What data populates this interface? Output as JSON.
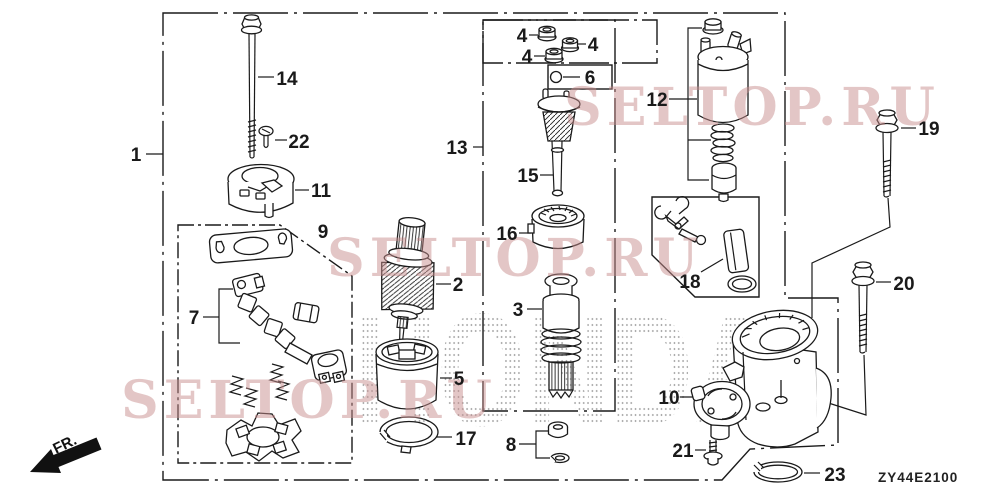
{
  "diagram": {
    "code": "ZY44E2100",
    "fr_label": "FR.",
    "watermark": "SELTOP.RU",
    "background_watermark": "HONDA"
  },
  "colors": {
    "watermark_pink": "#c98f8f",
    "line_color": "#1a1a1a",
    "dot_gray": "#9a9a9a"
  },
  "part_labels": [
    "1",
    "2",
    "3",
    "4",
    "4",
    "4",
    "5",
    "6",
    "7",
    "8",
    "9",
    "10",
    "11",
    "12",
    "13",
    "14",
    "15",
    "16",
    "17",
    "18",
    "19",
    "20",
    "21",
    "22",
    "23"
  ]
}
